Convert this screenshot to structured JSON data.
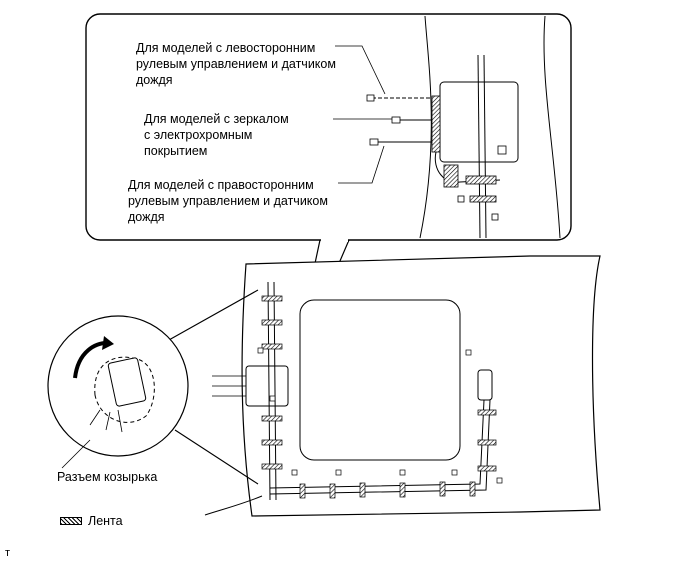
{
  "callout": {
    "left_hand_drive_rain_sensor": "Для моделей с левосторонним\nрулевым управлением и датчиком\nдождя",
    "electrochromic_mirror": "Для моделей с зеркалом\nс электрохромным\nпокрытием",
    "right_hand_drive_rain_sensor": "Для моделей с правосторонним\nрулевым управлением и датчиком\nдождя"
  },
  "visor_connector_label": "Разъем козырька",
  "legend": {
    "tape_label": "Лента"
  },
  "corner_mark": "т"
}
